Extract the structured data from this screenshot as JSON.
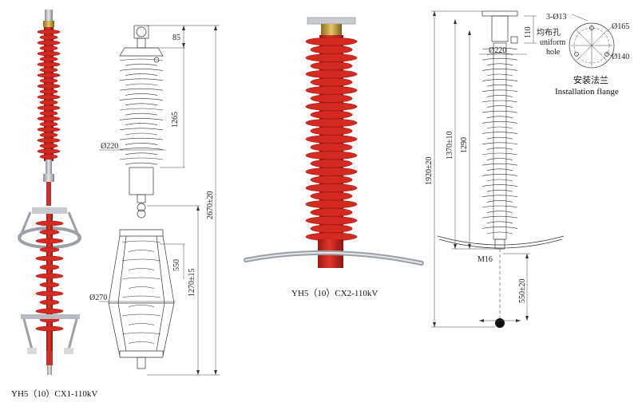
{
  "left_product": {
    "caption": "YH5（10）CX1-110kV",
    "dimensions": {
      "d85": "85",
      "d1265": "1265",
      "d220": "Ø220",
      "d2670": "2670±20",
      "d550": "550",
      "d1270": "1270±15",
      "d270": "Ø270"
    }
  },
  "right_product": {
    "caption": "YH5（10）CX2-110kV",
    "dimensions": {
      "d110": "110",
      "d220": "Ø220",
      "d1370": "1370±10",
      "d1290": "1290",
      "d1920": "1920±20",
      "d16": "M16",
      "d550": "550±20"
    },
    "flange": {
      "holes_label": "3-Ø13",
      "uniform_cn": "均布孔",
      "uniform_en_1": "uniform",
      "uniform_en_2": "hole",
      "d165": "Ø165",
      "d140": "Ø140",
      "title_cn": "安装法兰",
      "title_en": "Installation flange"
    }
  },
  "colors": {
    "insulator_red": "#d42a22",
    "insulator_dark": "#a41a14",
    "metal": "#b8bcc2"
  }
}
